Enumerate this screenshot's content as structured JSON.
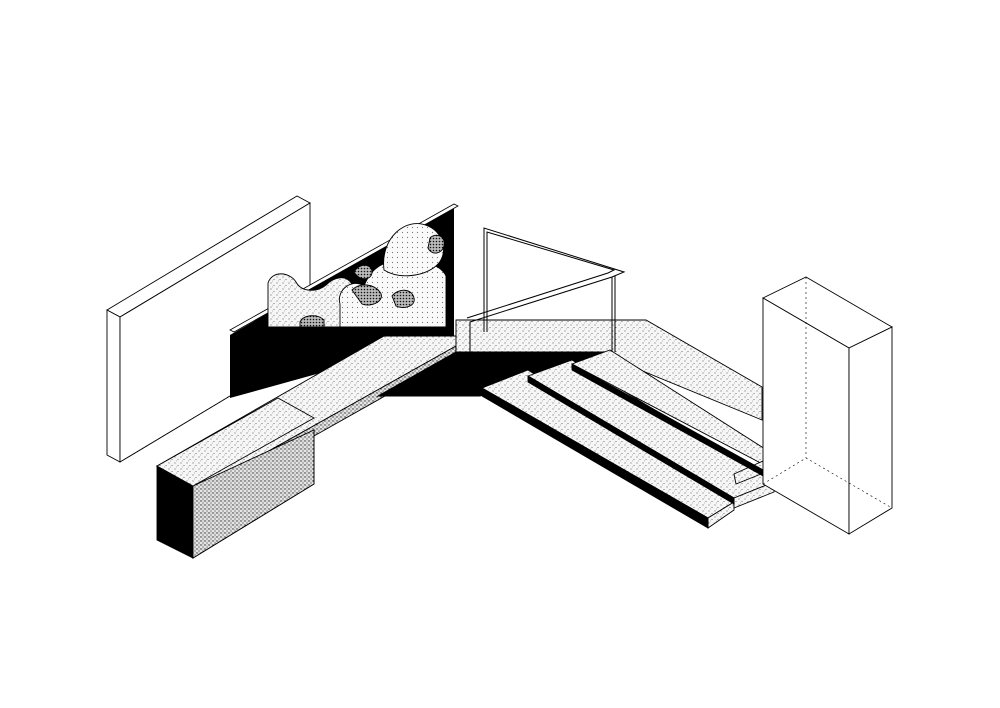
{
  "diagram": {
    "kind": "axonometric-architectural-drawing",
    "palette": {
      "background": "#ffffff",
      "ink": "#000000",
      "stipple_light": "#f4f4f4",
      "stipple_dark": "#cfcfcf"
    },
    "elements": [
      "left-wall-panel",
      "planter-ledge",
      "cloud-screen",
      "bench-block",
      "landing-platform",
      "handrail",
      "stair-steps",
      "right-pillar"
    ],
    "stair": {
      "step_count": 3
    }
  }
}
